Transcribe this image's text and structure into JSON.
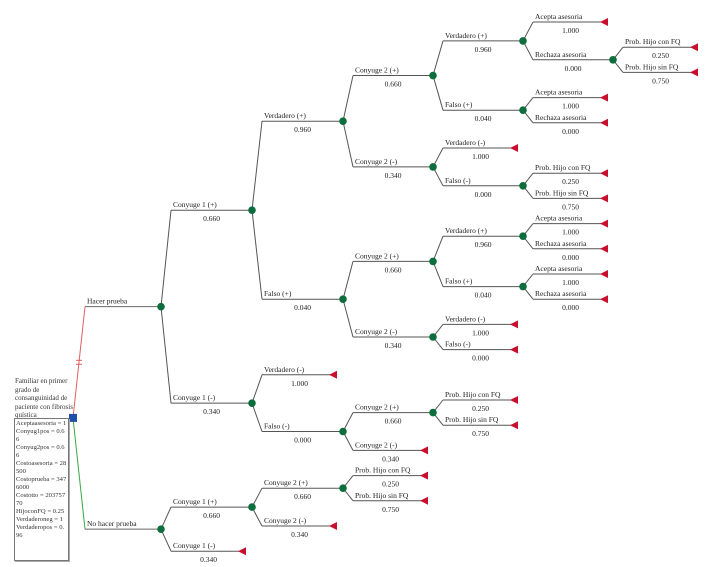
{
  "colors": {
    "chance_node": "#0b6e3c",
    "terminal": "#c8102e",
    "decision": "#1f4fa8",
    "branch": "#555555",
    "test_branch": "#e06060",
    "no_test_branch": "#3aa845"
  },
  "root_label": "Familiar en primer grado de consanguinidad de paciente con fibrosis quística",
  "variables": [
    "Aceptaasesoria = 1",
    "Conyug1pos = 0.66",
    "Conyug2pos = 0.66",
    "Costoasesoria = 28500",
    "Costoprueba = 3476000",
    "Costotto = 20375770",
    "HijoconFQ = 0.25",
    "Verdaderoneg = 1",
    "Verdaderopos = 0.96"
  ],
  "tree": {
    "type": "decision",
    "children": [
      {
        "label": "Hacer prueba",
        "type": "chance",
        "children": [
          {
            "label": "Conyuge 1 (+)",
            "prob": "0.660",
            "type": "chance",
            "children": [
              {
                "label": "Verdadero (+)",
                "prob": "0.960",
                "type": "chance",
                "children": [
                  {
                    "label": "Conyuge 2 (+)",
                    "prob": "0.660",
                    "type": "chance",
                    "children": [
                      {
                        "label": "Verdadero (+)",
                        "prob": "0.960",
                        "type": "chance",
                        "children": [
                          {
                            "label": "Acepta asesoria",
                            "prob": "1.000",
                            "type": "terminal"
                          },
                          {
                            "label": "Rechaza asesoria",
                            "prob": "0.000",
                            "type": "chance",
                            "children": [
                              {
                                "label": "Prob. Hijo con FQ",
                                "prob": "0.250",
                                "type": "terminal"
                              },
                              {
                                "label": "Prob. Hijo sin FQ",
                                "prob": "0.750",
                                "type": "terminal"
                              }
                            ]
                          }
                        ]
                      },
                      {
                        "label": "Falso (+)",
                        "prob": "0.040",
                        "type": "chance",
                        "children": [
                          {
                            "label": "Acepta asesoria",
                            "prob": "1.000",
                            "type": "terminal"
                          },
                          {
                            "label": "Rechaza asesoria",
                            "prob": "0.000",
                            "type": "terminal"
                          }
                        ]
                      }
                    ]
                  },
                  {
                    "label": "Conyuge 2 (-)",
                    "prob": "0.340",
                    "type": "chance",
                    "children": [
                      {
                        "label": "Verdadero (-)",
                        "prob": "1.000",
                        "type": "terminal"
                      },
                      {
                        "label": "Falso (-)",
                        "prob": "0.000",
                        "type": "chance",
                        "children": [
                          {
                            "label": "Prob. Hijo con FQ",
                            "prob": "0.250",
                            "type": "terminal"
                          },
                          {
                            "label": "Prob. Hijo sin FQ",
                            "prob": "0.750",
                            "type": "terminal"
                          }
                        ]
                      }
                    ]
                  }
                ]
              },
              {
                "label": "Falso (+)",
                "prob": "0.040",
                "type": "chance",
                "children": [
                  {
                    "label": "Conyuge 2 (+)",
                    "prob": "0.660",
                    "type": "chance",
                    "children": [
                      {
                        "label": "Verdadero (+)",
                        "prob": "0.960",
                        "type": "chance",
                        "children": [
                          {
                            "label": "Acepta asesoria",
                            "prob": "1.000",
                            "type": "terminal"
                          },
                          {
                            "label": "Rechaza asesoria",
                            "prob": "0.000",
                            "type": "terminal"
                          }
                        ]
                      },
                      {
                        "label": "Falso (+)",
                        "prob": "0.040",
                        "type": "chance",
                        "children": [
                          {
                            "label": "Acepta asesoria",
                            "prob": "1.000",
                            "type": "terminal"
                          },
                          {
                            "label": "Rechaza asesoria",
                            "prob": "0.000",
                            "type": "terminal"
                          }
                        ]
                      }
                    ]
                  },
                  {
                    "label": "Conyuge 2 (-)",
                    "prob": "0.340",
                    "type": "chance",
                    "children": [
                      {
                        "label": "Verdadero (-)",
                        "prob": "1.000",
                        "type": "terminal"
                      },
                      {
                        "label": "Falso (-)",
                        "prob": "0.000",
                        "type": "terminal"
                      }
                    ]
                  }
                ]
              }
            ]
          },
          {
            "label": "Conyuge 1 (-)",
            "prob": "0.340",
            "type": "chance",
            "children": [
              {
                "label": "Verdadero (-)",
                "prob": "1.000",
                "type": "terminal"
              },
              {
                "label": "Falso (-)",
                "prob": "0.000",
                "type": "chance",
                "children": [
                  {
                    "label": "Conyuge 2 (+)",
                    "prob": "0.660",
                    "type": "chance",
                    "children": [
                      {
                        "label": "Prob. Hijo con FQ",
                        "prob": "0.250",
                        "type": "terminal"
                      },
                      {
                        "label": "Prob. Hijo sin FQ",
                        "prob": "0.750",
                        "type": "terminal"
                      }
                    ]
                  },
                  {
                    "label": "Conyuge 2 (-)",
                    "prob": "0.340",
                    "type": "terminal"
                  }
                ]
              }
            ]
          }
        ]
      },
      {
        "label": "No hacer prueba",
        "type": "chance",
        "children": [
          {
            "label": "Conyuge 1 (+)",
            "prob": "0.660",
            "type": "chance",
            "children": [
              {
                "label": "Conyuge 2 (+)",
                "prob": "0.660",
                "type": "chance",
                "children": [
                  {
                    "label": "Prob. Hijo con FQ",
                    "prob": "0.250",
                    "type": "terminal"
                  },
                  {
                    "label": "Prob. Hijo sin FQ",
                    "prob": "0.750",
                    "type": "terminal"
                  }
                ]
              },
              {
                "label": "Conyuge 2 (-)",
                "prob": "0.340",
                "type": "terminal"
              }
            ]
          },
          {
            "label": "Conyuge 1 (-)",
            "prob": "0.340",
            "type": "terminal"
          }
        ]
      }
    ]
  }
}
